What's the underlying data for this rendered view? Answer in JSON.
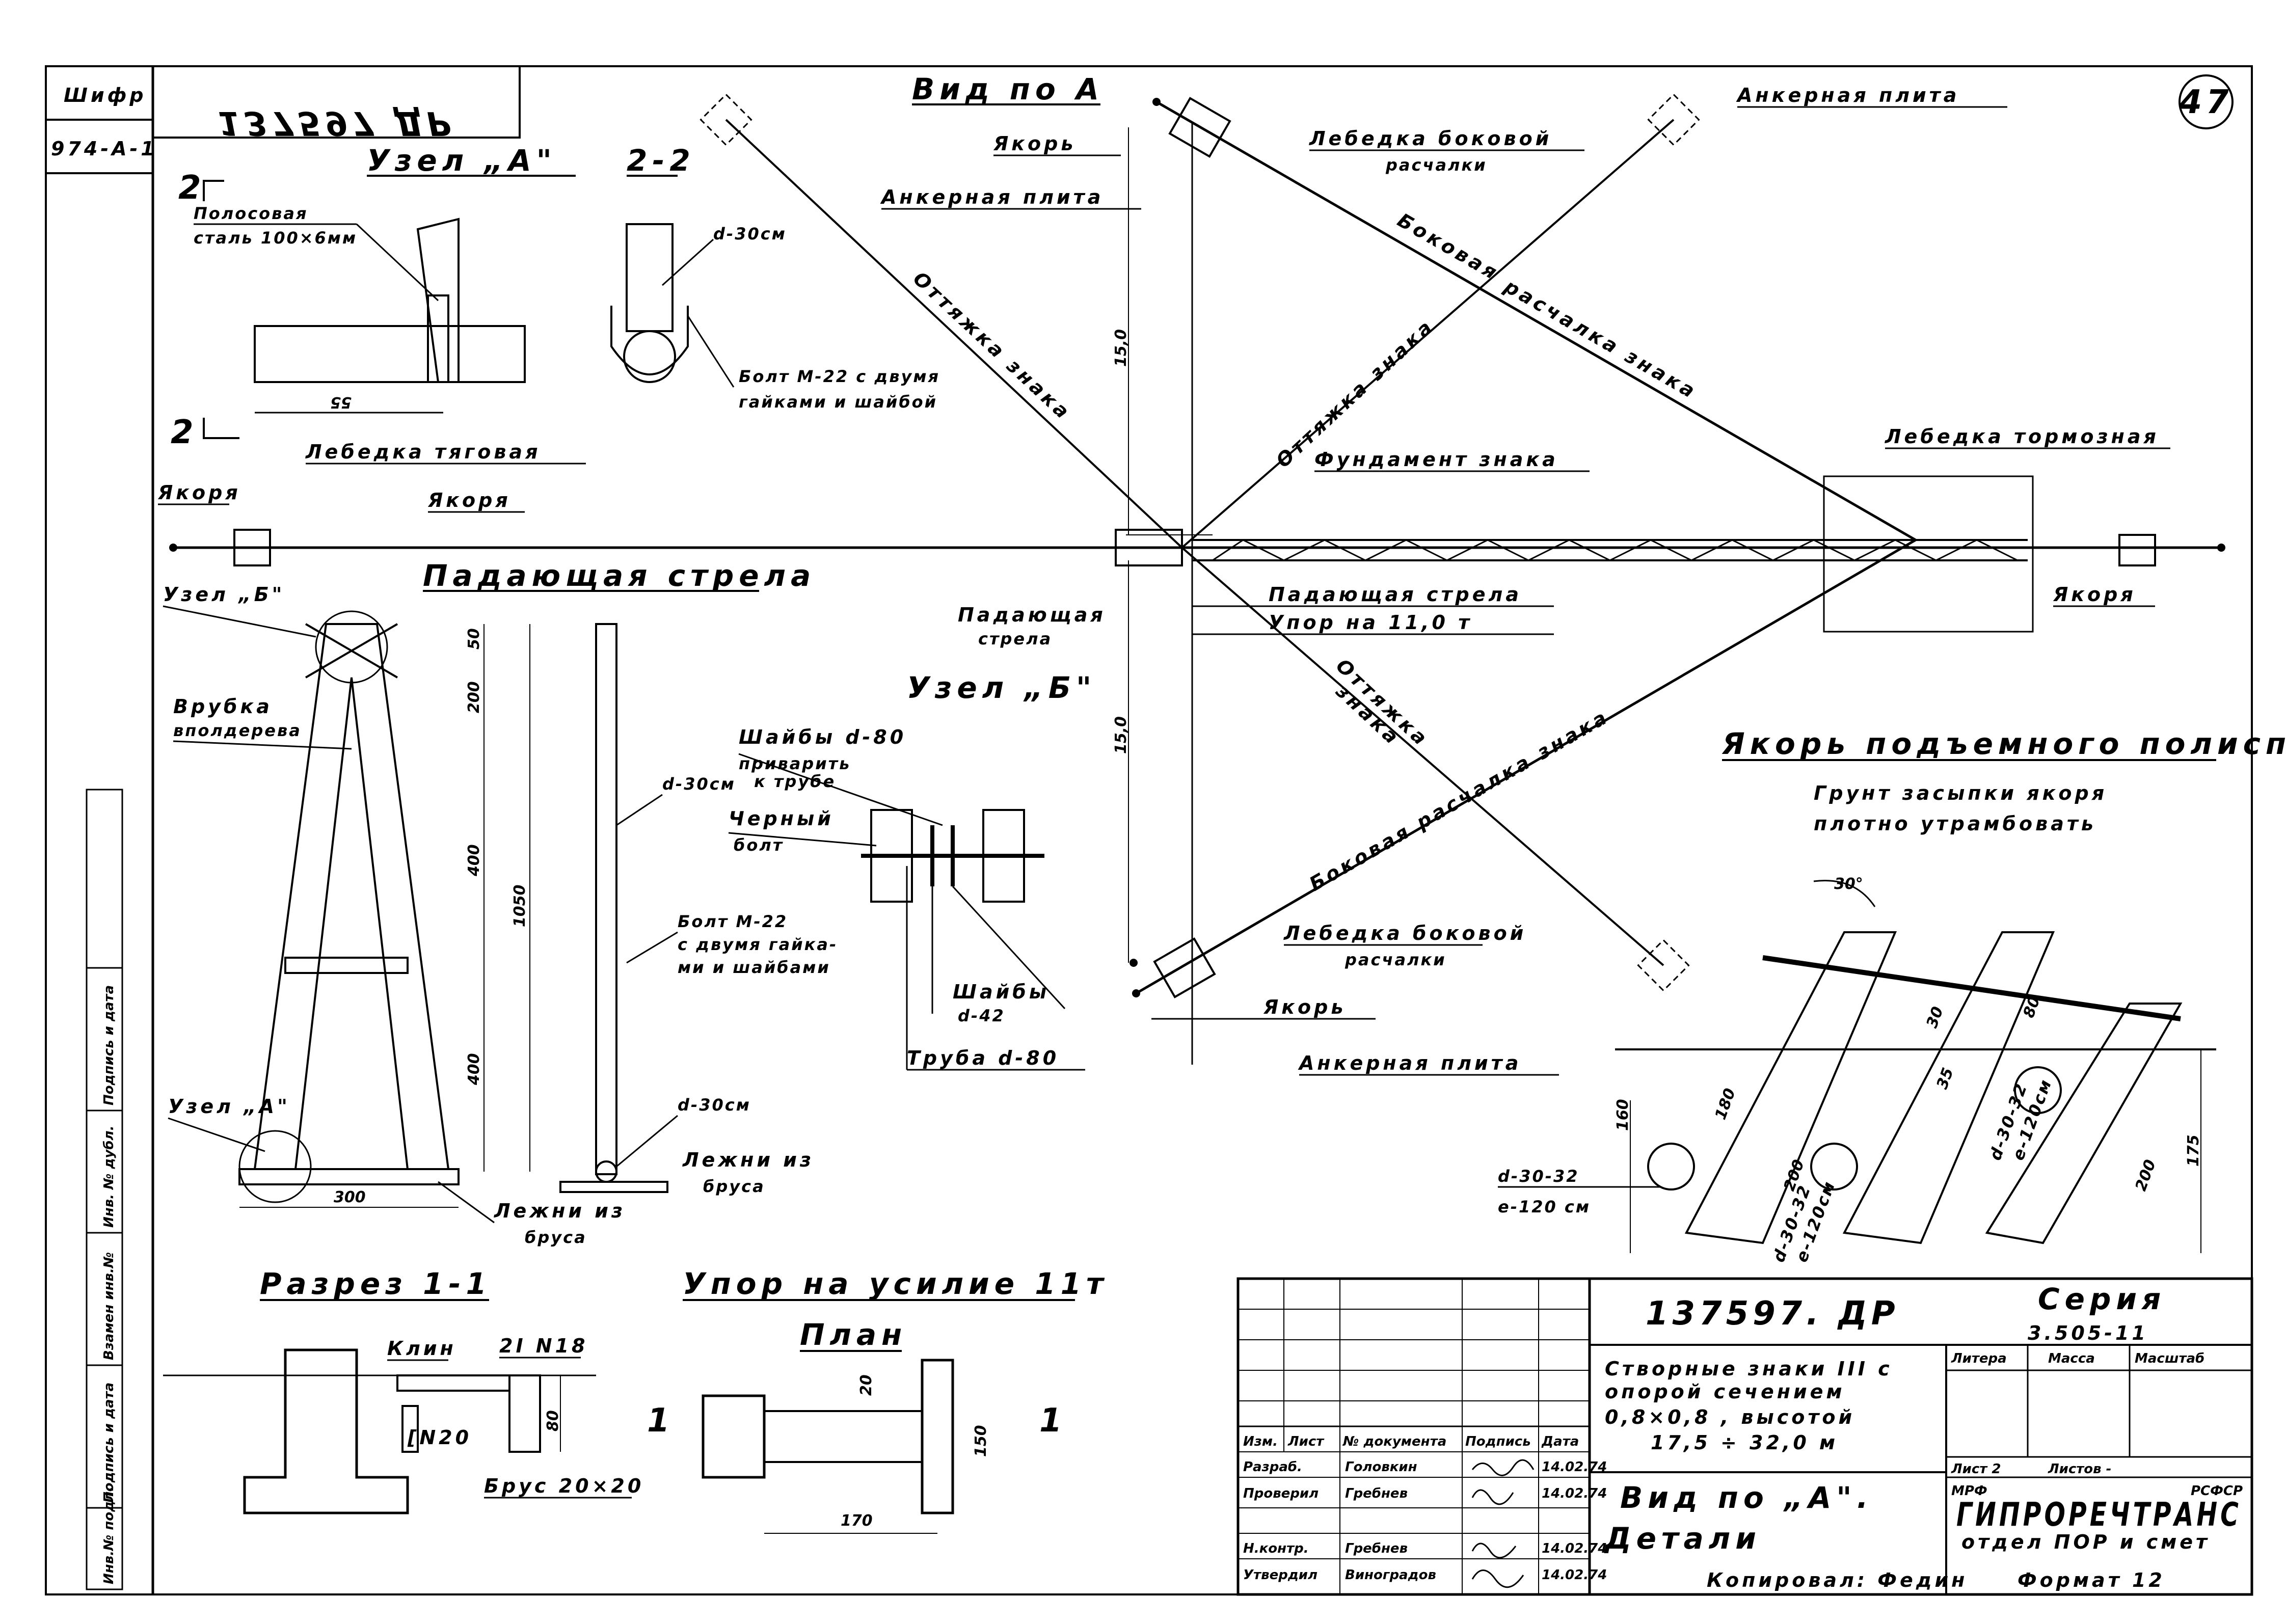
{
  "stamp": {
    "cipher_label": "Шифр",
    "cipher_value": "974-A-1",
    "mirrored_number": "137597 ДР",
    "sheet_number": "47"
  },
  "side_strip": {
    "inv_no": "Инв.№ подл.",
    "sign_date_1": "Подпись и дата",
    "replace_inv": "Взамен инв.№",
    "dup_inv": "Инв. № дубл.",
    "sign_date_2": "Подпись и дата"
  },
  "node_a": {
    "title": "Узел „А\"",
    "section_mark": "2",
    "strip_steel_1": "Полосовая",
    "strip_steel_2": "сталь 100×6мм",
    "dim": "55"
  },
  "section_2_2": {
    "title": "2-2",
    "d_label": "d-30см",
    "bolt_1": "Болт М-22 с двумя",
    "bolt_2": "гайками и шайбой"
  },
  "view_a": {
    "title": "Вид по А",
    "anchor_top": "Якорь",
    "anchor_plate_left": "Анкерная плита",
    "winch_side_top_1": "Лебедка боковой",
    "winch_side_top_2": "расчалки",
    "anchor_plate_top_right": "Анкерная плита",
    "guy_sign_left": "Оттяжка знака",
    "guy_sign_mid": "Оттяжка знака",
    "side_guy_top": "Боковая",
    "side_guy_top_2": "расчалка знака",
    "foundation": "Фундамент знака",
    "winch_brake": "Лебедка тормозная",
    "winch_traction": "Лебедка тяговая",
    "anchors_1": "Якоря",
    "anchors_2": "Якоря",
    "anchors_right": "Якоря",
    "falling_boom_left_1": "Падающая",
    "falling_boom_left_2": "стрела",
    "falling_boom_right": "Падающая стрела",
    "stop_11t": "Упор на 11,0 т",
    "node_b": "Узел „Б\"",
    "guy_sign_lower_1": "Оттяжка",
    "guy_sign_lower_2": "знака",
    "side_guy_lower": "Боковая расчалка знака",
    "winch_side_bottom_1": "Лебедка боковой",
    "winch_side_bottom_2": "расчалки",
    "anchor_bottom": "Якорь",
    "anchor_plate_bottom": "Анкерная плита",
    "dim_15_top": "15,0",
    "dim_15_bottom": "15,0"
  },
  "falling_boom": {
    "title": "Падающая стрела",
    "node_b": "Узел „Б\"",
    "notch_1": "Врубка",
    "notch_2": "вполдерева",
    "node_a": "Узел „А\"",
    "d_30_top": "d-30см",
    "bolt_1": "Болт М-22",
    "bolt_2": "с двумя гайка-",
    "bolt_3": "ми и шайбами",
    "d_30_bottom": "d-30см",
    "sleepers_1": "Лежни из",
    "sleepers_2": "бруса",
    "sleepers_left_1": "Лежни из",
    "sleepers_left_2": "бруса",
    "dims": {
      "d50": "50",
      "d200": "200",
      "d400a": "400",
      "d400b": "400",
      "total": "1050",
      "base": "300"
    }
  },
  "node_b_detail": {
    "washers_top_1": "Шайбы d-80",
    "washers_top_2": "приварить",
    "washers_top_3": "к трубе",
    "black_bolt_1": "Черный",
    "black_bolt_2": "болт",
    "washers_bottom_1": "Шайбы",
    "washers_bottom_2": "d-42",
    "pipe": "Труба d-80"
  },
  "hoist_anchor": {
    "title": "Якорь подъемного полиспаста",
    "note_1": "Грунт засыпки якоря",
    "note_2": "плотно утрамбовать",
    "angle": "30°",
    "dims": {
      "d30": "30",
      "d80": "80",
      "d180": "180",
      "d160": "160",
      "d200a": "200",
      "d200b": "200",
      "d175": "175",
      "d35": "35"
    },
    "log_label_1": "d-30-32",
    "log_label_2": "e-120 см",
    "log_mid_1": "d-30-32",
    "log_mid_2": "e-120см",
    "log_right_1": "d-30-32",
    "log_right_2": "e-120см"
  },
  "section_1_1": {
    "title": "Разрез 1-1",
    "wedge": "Клин",
    "channel_1": "2I N18",
    "channel_2": "[N20",
    "beam": "Брус 20×20",
    "dim_80": "80"
  },
  "stop_11": {
    "title": "Упор на усилие 11т",
    "plan": "План",
    "mark_1": "1",
    "dims": {
      "d20": "20",
      "d150": "150",
      "d170": "170"
    }
  },
  "title_block": {
    "doc_number": "137597. ДР",
    "series_label": "Серия",
    "series_value": "3.505-11",
    "description_1": "Створные знаки III с",
    "description_2": "опорой сечением",
    "description_3": "0,8×0,8 , высотой",
    "description_4": "17,5 ÷ 32,0 м",
    "sheet_title_1": "Вид по „А\".",
    "sheet_title_2": "Детали",
    "col_litera": "Литера",
    "col_mass": "Масса",
    "col_scale": "Масштаб",
    "row_headers": [
      "Изм.",
      "Лист",
      "№ документа",
      "Подпись",
      "Дата"
    ],
    "people": [
      {
        "role": "Разраб.",
        "name": "Головкин",
        "date": "14.02.74"
      },
      {
        "role": "Проверил",
        "name": "Гребнев",
        "date": "14.02.74"
      },
      {
        "role": "Н.контр.",
        "name": "Гребнев",
        "date": "14.02.74"
      },
      {
        "role": "Утвердил",
        "name": "Виноградов",
        "date": "14.02.74"
      }
    ],
    "sheet_label": "Лист 2",
    "sheets_label": "Листов -",
    "ministry_left": "МРФ",
    "ministry_right": "РСФСР",
    "org": "ГИПРОРЕЧТРАНС",
    "dept": "отдел ПОР и смет",
    "copied": "Копировал: Федин",
    "format": "Формат 12"
  }
}
